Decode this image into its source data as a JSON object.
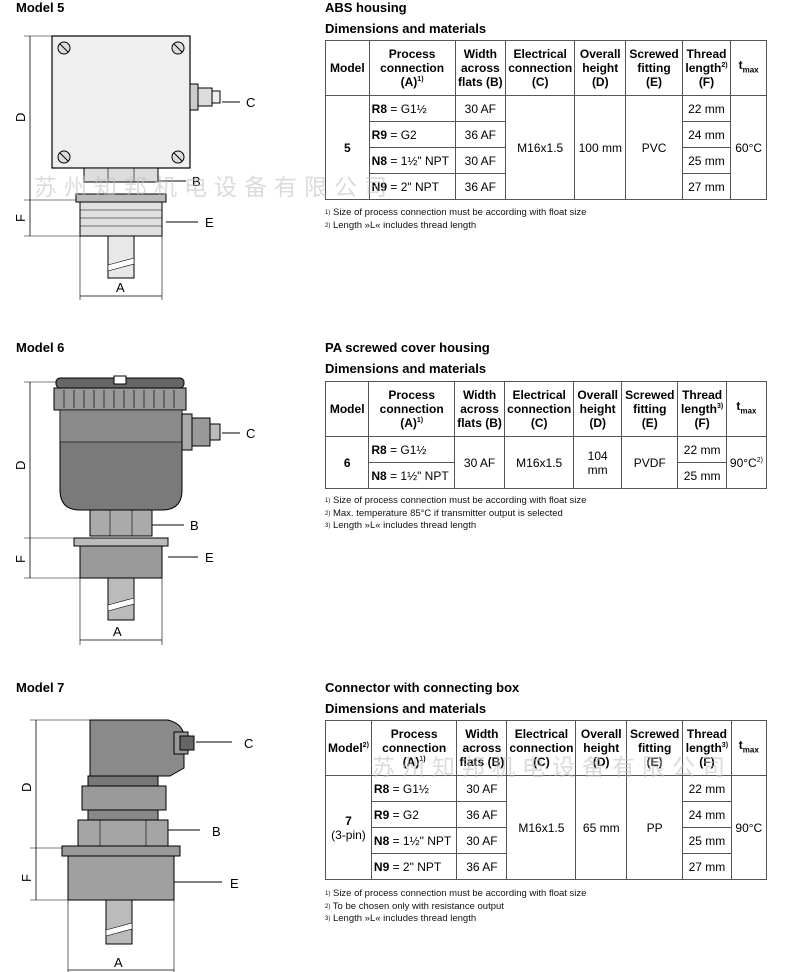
{
  "watermark": "苏州知邦机电设备有限公司",
  "models": [
    {
      "model_label": "Model 5",
      "housing": "ABS housing",
      "dim_heading": "Dimensions and materials",
      "callouts": {
        "c": "C",
        "b": "B",
        "e": "E",
        "d": "D",
        "f": "F",
        "a": "A"
      },
      "headers": {
        "model": "Model",
        "model_sup": "",
        "process": "Process connection",
        "process_sub": "(A)",
        "process_sup": "1)",
        "width": "Width across flats",
        "width_sub": "(B)",
        "electrical": "Electrical connection",
        "electrical_sub": "(C)",
        "height": "Overall height",
        "height_sub": "(D)",
        "fitting": "Screwed fitting",
        "fitting_sub": "(E)",
        "thread": "Thread length",
        "thread_sub": "(F)",
        "thread_sup": "2)",
        "tmax": "t",
        "tmax_sub": "max"
      },
      "model_cell": "5",
      "model_cell_sub": "",
      "rows": [
        {
          "code": "R8",
          "conn": " = G1½",
          "width": "30 AF",
          "thread": "22 mm"
        },
        {
          "code": "R9",
          "conn": " = G2",
          "width": "36 AF",
          "thread": "24 mm"
        },
        {
          "code": "N8",
          "conn": " = 1½\" NPT",
          "width": "30 AF",
          "thread": "25 mm"
        },
        {
          "code": "N9",
          "conn": " = 2\" NPT",
          "width": "36 AF",
          "thread": "27 mm"
        }
      ],
      "electrical": "M16x1.5",
      "height": "100 mm",
      "fitting": "PVC",
      "tmax": "60°C",
      "tmax_sup": "",
      "notes": [
        {
          "sup": "1)",
          "text": " Size of process connection must be according with float size"
        },
        {
          "sup": "2)",
          "text": " Length »L« includes thread length"
        }
      ]
    },
    {
      "model_label": "Model 6",
      "housing": "PA screwed cover housing",
      "dim_heading": "Dimensions and materials",
      "callouts": {
        "c": "C",
        "b": "B",
        "e": "E",
        "d": "D",
        "f": "F",
        "a": "A"
      },
      "headers": {
        "model": "Model",
        "model_sup": "",
        "process": "Process connection",
        "process_sub": "(A)",
        "process_sup": "1)",
        "width": "Width across flats",
        "width_sub": "(B)",
        "electrical": "Electrical connection",
        "electrical_sub": "(C)",
        "height": "Overall height",
        "height_sub": "(D)",
        "fitting": "Screwed fitting",
        "fitting_sub": "(E)",
        "thread": "Thread length",
        "thread_sub": "(F)",
        "thread_sup": "3)",
        "tmax": "t",
        "tmax_sub": "max"
      },
      "model_cell": "6",
      "model_cell_sub": "",
      "rows": [
        {
          "code": "R8",
          "conn": " = G1½",
          "thread": "22 mm"
        },
        {
          "code": "N8",
          "conn": " = 1½\" NPT",
          "thread": "25 mm"
        }
      ],
      "width_merged": "30 AF",
      "electrical": "M16x1.5",
      "height": "104 mm",
      "fitting": "PVDF",
      "tmax": "90°C",
      "tmax_sup": "2)",
      "notes": [
        {
          "sup": "1)",
          "text": " Size of process connection must be according with float size"
        },
        {
          "sup": "2)",
          "text": " Max. temperature 85°C if transmitter output is selected"
        },
        {
          "sup": "3)",
          "text": " Length »L« includes thread length"
        }
      ]
    },
    {
      "model_label": "Model 7",
      "housing": "Connector with connecting box",
      "dim_heading": "Dimensions and materials",
      "callouts": {
        "c": "C",
        "b": "B",
        "e": "E",
        "d": "D",
        "f": "F",
        "a": "A"
      },
      "headers": {
        "model": "Model",
        "model_sup": "2)",
        "process": "Process connection",
        "process_sub": "(A)",
        "process_sup": "1)",
        "width": "Width across flats",
        "width_sub": "(B)",
        "electrical": "Electrical connection",
        "electrical_sub": "(C)",
        "height": "Overall height",
        "height_sub": "(D)",
        "fitting": "Screwed fitting",
        "fitting_sub": "(E)",
        "thread": "Thread length",
        "thread_sub": "(F)",
        "thread_sup": "3)",
        "tmax": "t",
        "tmax_sub": "max"
      },
      "model_cell": "7",
      "model_cell_sub": "(3-pin)",
      "rows": [
        {
          "code": "R8",
          "conn": " = G1½",
          "width": "30 AF",
          "thread": "22 mm"
        },
        {
          "code": "R9",
          "conn": " = G2",
          "width": "36 AF",
          "thread": "24 mm"
        },
        {
          "code": "N8",
          "conn": " = 1½\" NPT",
          "width": "30 AF",
          "thread": "25 mm"
        },
        {
          "code": "N9",
          "conn": " = 2\" NPT",
          "width": "36 AF",
          "thread": "27 mm"
        }
      ],
      "electrical": "M16x1.5",
      "height": "65 mm",
      "fitting": "PP",
      "tmax": "90°C",
      "tmax_sup": "",
      "notes": [
        {
          "sup": "1)",
          "text": " Size of process connection must be according with float size"
        },
        {
          "sup": "2)",
          "text": " To be chosen only with resistance output"
        },
        {
          "sup": "3)",
          "text": " Length »L« includes thread length"
        }
      ]
    }
  ]
}
